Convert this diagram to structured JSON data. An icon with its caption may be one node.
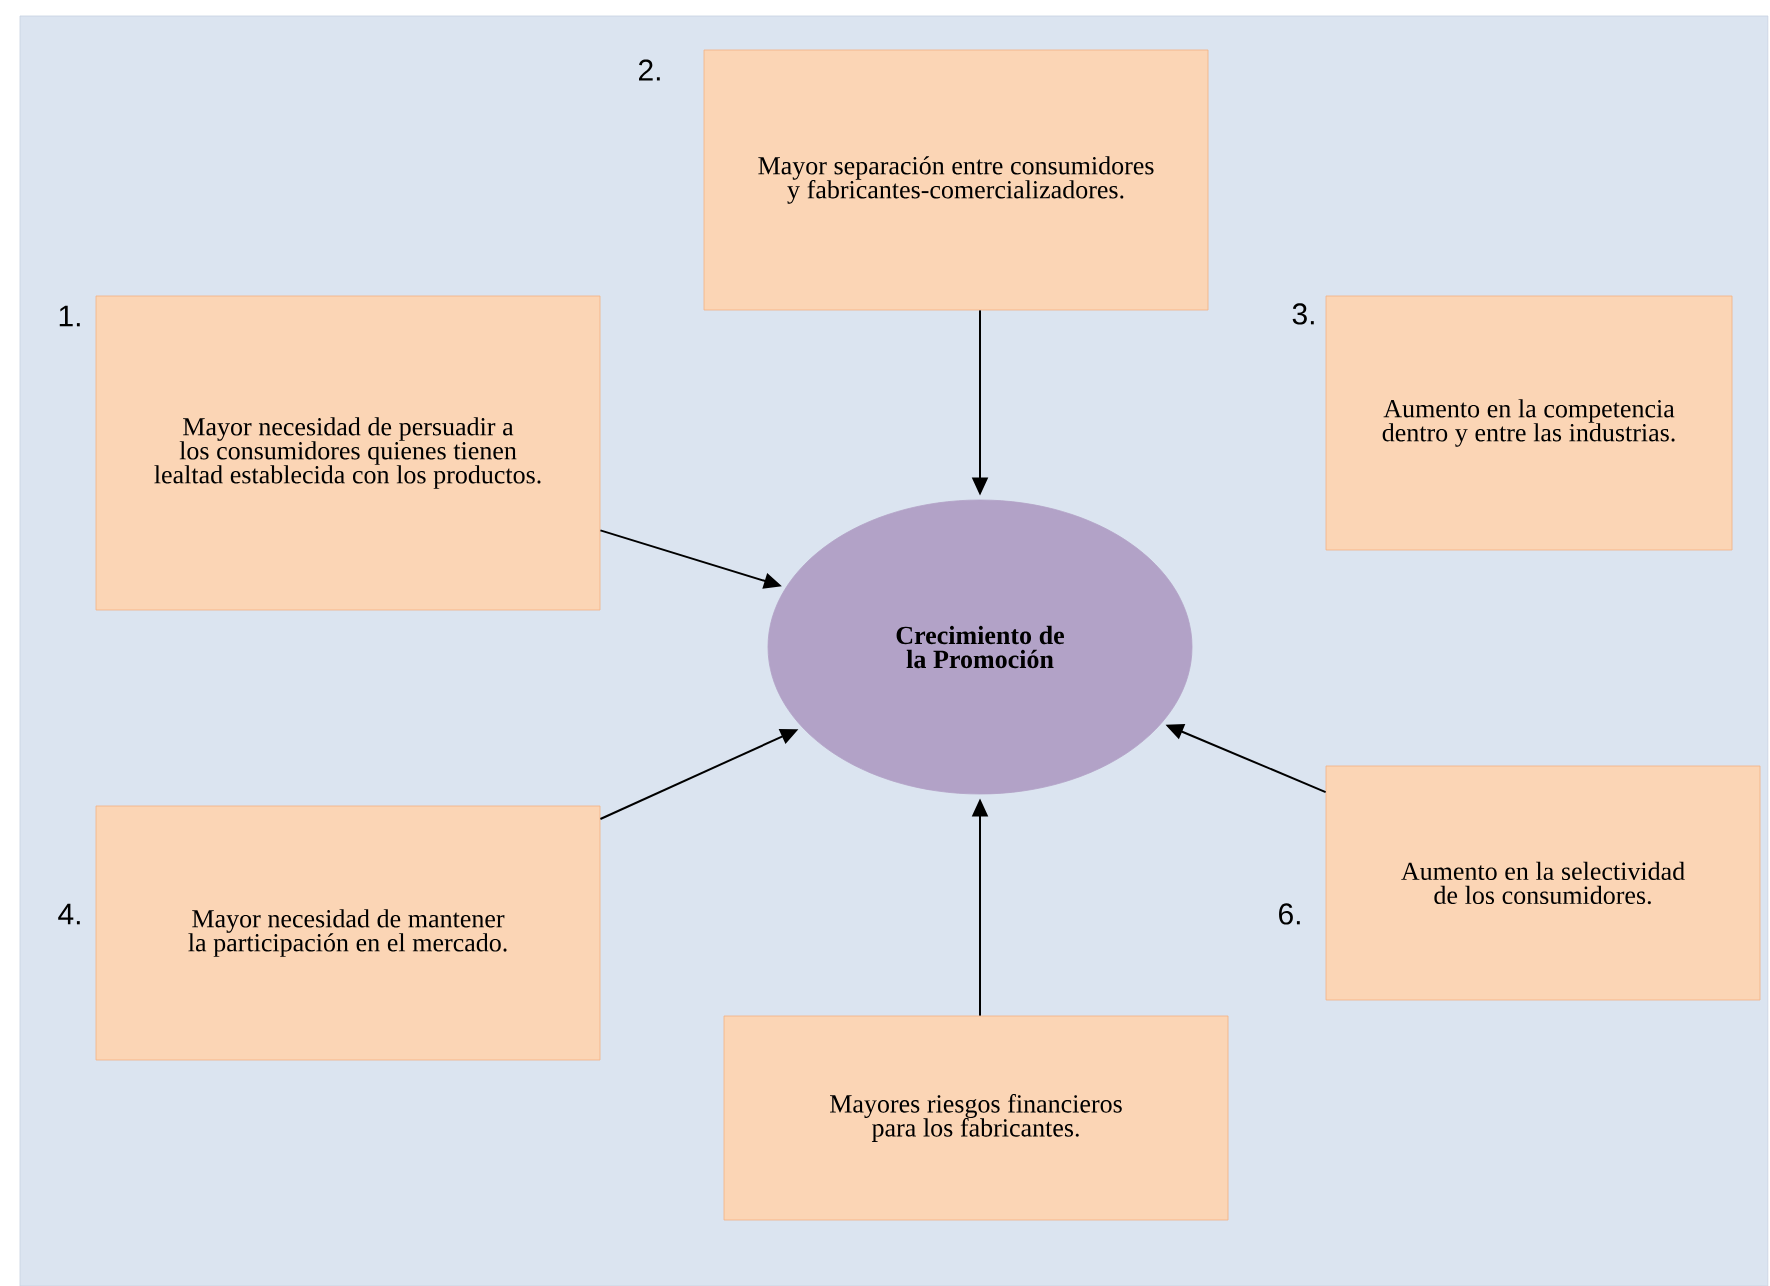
{
  "diagram": {
    "nodes": [
      {
        "text": [
          "Crecimiento de la Promoción"
        ]
      },
      {
        "text": [
          "Mayor necesidad de persuadir a los consumidores quienes tienen lealtad establecida con los productos."
        ],
        "beside": [
          "1."
        ]
      },
      {
        "text": [
          "Mayor separación entre consumidores y fabricantes-comercializadores."
        ],
        "beside": [
          "2."
        ]
      },
      {
        "text": [
          "Aumento en la competencia dentro y entre las industrias."
        ],
        "beside": [
          "3."
        ]
      },
      {
        "text": [
          "Mayor necesidad de mantener la participación en el mercado."
        ],
        "beside": [
          "4."
        ]
      },
      {
        "text": [
          "Mayores riesgos financieros para los fabricantes."
        ]
      },
      {
        "text": [
          "Aumento en la selectividad de los consumidores."
        ],
        "beside": [
          "6."
        ]
      }
    ],
    "edges": [
      {
        "from": 1,
        "to": 0,
        "arrow": "to"
      },
      {
        "from": 2,
        "to": 0,
        "arrow": "to"
      },
      {
        "from": 4,
        "to": 0,
        "arrow": "to"
      },
      {
        "from": 5,
        "to": 0,
        "arrow": "to"
      },
      {
        "from": 6,
        "to": 0,
        "arrow": "to"
      }
    ]
  }
}
